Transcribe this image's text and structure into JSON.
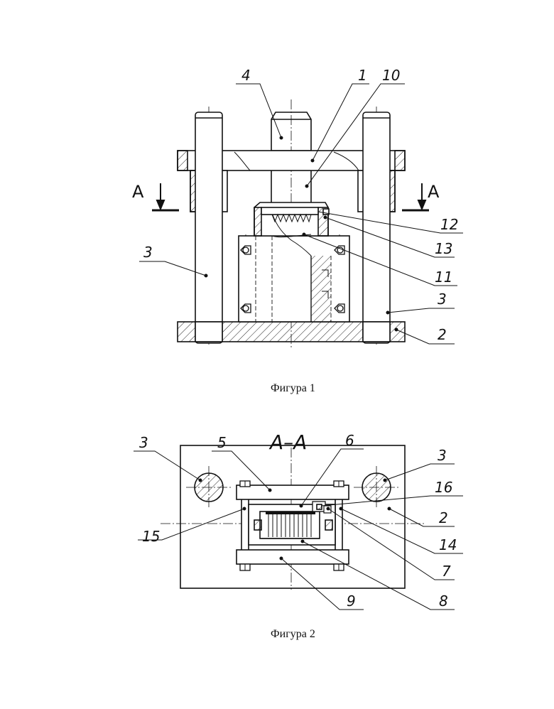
{
  "figure1": {
    "caption": "Фигура 1",
    "callouts": [
      "4",
      "1",
      "10",
      "12",
      "13",
      "11",
      "3",
      "3",
      "2"
    ],
    "section_marks": [
      "А",
      "А"
    ]
  },
  "figure2": {
    "caption": "Фигура 2",
    "section_title": "А–А",
    "callouts": [
      "3",
      "5",
      "6",
      "3",
      "16",
      "2",
      "14",
      "7",
      "8",
      "9",
      "15"
    ]
  }
}
